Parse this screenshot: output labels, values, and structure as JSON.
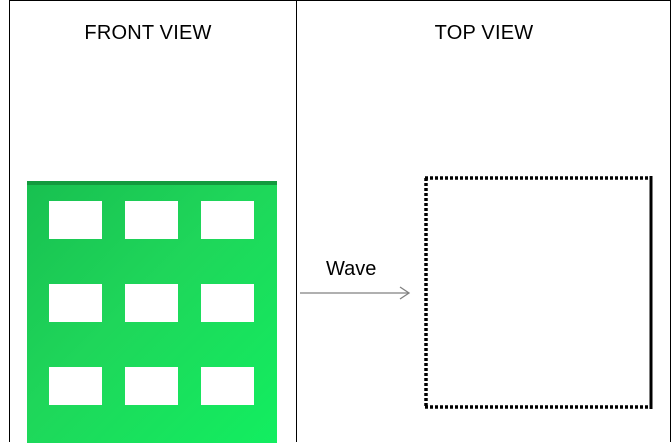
{
  "front_view": {
    "title": "FRONT VIEW",
    "facade_color": "#1fd65a",
    "window_rows": 3,
    "window_columns": 3
  },
  "top_view": {
    "title": "TOP VIEW"
  },
  "wave": {
    "label": "Wave"
  }
}
